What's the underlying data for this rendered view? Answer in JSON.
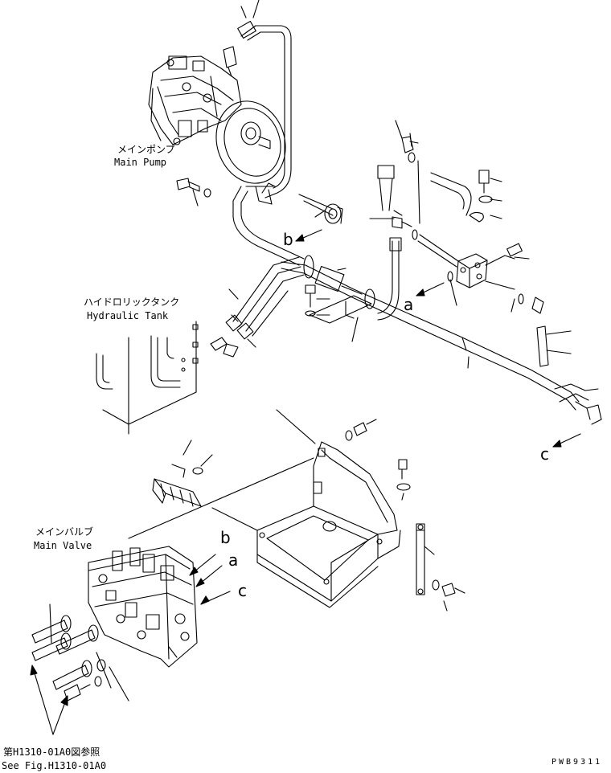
{
  "labels": {
    "main_pump_jp": "メインポンプ",
    "main_pump_en": "Main Pump",
    "hyd_tank_jp": "ハイドロリックタンク",
    "hyd_tank_en": "Hydraulic Tank",
    "main_valve_jp": "メインバルブ",
    "main_valve_en": "Main Valve",
    "ref_jp": "第H1310-01A0図参照",
    "ref_en": "See Fig.H1310-01A0",
    "code": "PWB9311"
  },
  "callouts": {
    "a": "a",
    "b": "b",
    "c": "c"
  },
  "colors": {
    "ink": "#000000",
    "paper": "#ffffff"
  }
}
